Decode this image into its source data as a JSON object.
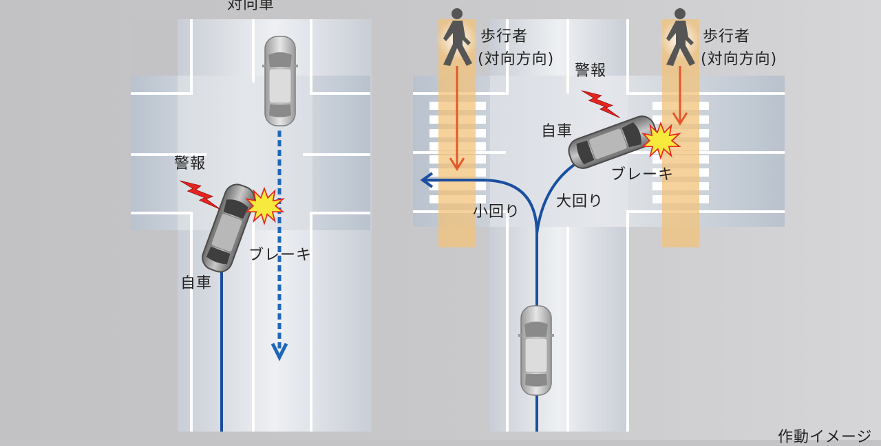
{
  "left_scene": {
    "oncoming_vehicle_label": "対向車",
    "warning_label": "警報",
    "brake_label": "ブレーキ",
    "own_vehicle_label": "自車"
  },
  "right_scene": {
    "pedestrian_label_1": "歩行者",
    "pedestrian_direction_1": "(対向方向)",
    "pedestrian_label_2": "歩行者",
    "pedestrian_direction_2": "(対向方向)",
    "warning_label": "警報",
    "own_vehicle_label": "自車",
    "brake_label": "ブレーキ",
    "small_turn_label": "小回り",
    "wide_turn_label": "大回り"
  },
  "footer": {
    "caption": "作動イメージ"
  },
  "colors": {
    "path_blue": "#1a4fa0",
    "dashed_blue": "#1f66b8",
    "pedestrian_arrow": "#e4572a",
    "crosswalk_highlight": "#f1c27a",
    "warning_red": "#e52521",
    "impact_yellow": "#f8ea3c"
  }
}
